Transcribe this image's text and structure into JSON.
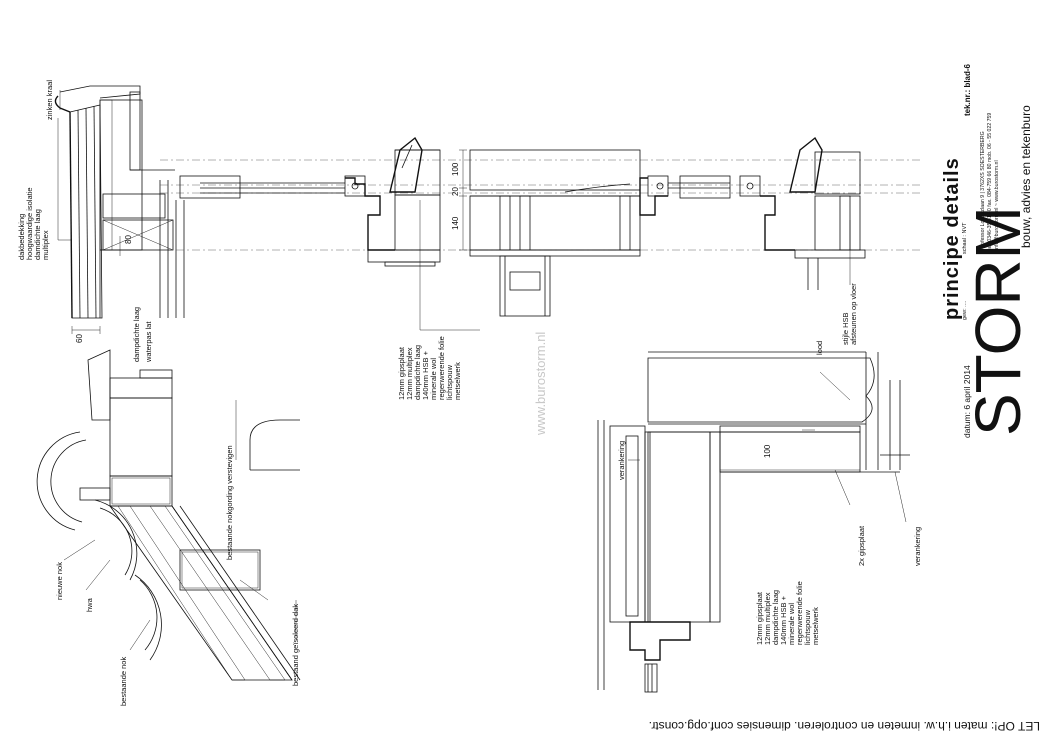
{
  "title_block": {
    "title": "principe details",
    "brand": "STORM",
    "tagline": "bouw, advies en tekenburo",
    "date": "datum: 6 april 2014",
    "sheet": "tek.nr.: blad-6",
    "scale": "schaal : NVT",
    "revision": "gew: ....",
    "address": "Professor Lorentzlaan 9 | 3762XS SOESTERBERG",
    "phone": "tel. 0346-35 51 40  fax. 084-759 66 80  mob. 06 - 55 022 759",
    "contact": "info@burostorm.nl  ~  www.burostorm.nl"
  },
  "watermark": "www.burostorm.nl",
  "note": "LET OP!: maten i.h.w. inmeten en controleren. dimensies conf.opg.constr.",
  "labels": {
    "zinken_kraal": "zinken kraal",
    "dak1": "dakbedekking",
    "dak2": "hoogwaardige isolatie",
    "dak3": "damdichte laag",
    "dak4": "multiplex",
    "dim_80": "80",
    "dim_60": "60",
    "dampdichte": "dampdichte laag",
    "waterpas": "waterpas lat",
    "nokgording": "bestaande nokgording verstevigen",
    "nieuwe_nok": "nieuwe nok",
    "hwa": "hwa",
    "bestaande_nok": "bestaande nok",
    "geisoleerd": "bestaand geïsoleerd dak",
    "dim_100": "100",
    "dim_20": "20",
    "dim_140": "140",
    "wall1": [
      "12mm gipsplaat",
      "12mm multiplex",
      "dampdichte laag",
      "140mm HSB +",
      "minerale wol",
      "regenwerende folie",
      "lichtspouw",
      "metselwerk"
    ],
    "wall2": [
      "12mm gipsplaat",
      "12mm multiplex",
      "dampdichte laag",
      "140mm HSB +",
      "minerale wol",
      "regenwerende folie",
      "lichtspouw",
      "metselwerk"
    ],
    "stijle1": "stijle HSB",
    "stijle2": "afsteunen op vloer",
    "lood": "lood",
    "verankering1": "verankering",
    "verankering2": "verankering",
    "gipsplaat2x": "2x gipsplaat",
    "dim_100b": "100"
  }
}
